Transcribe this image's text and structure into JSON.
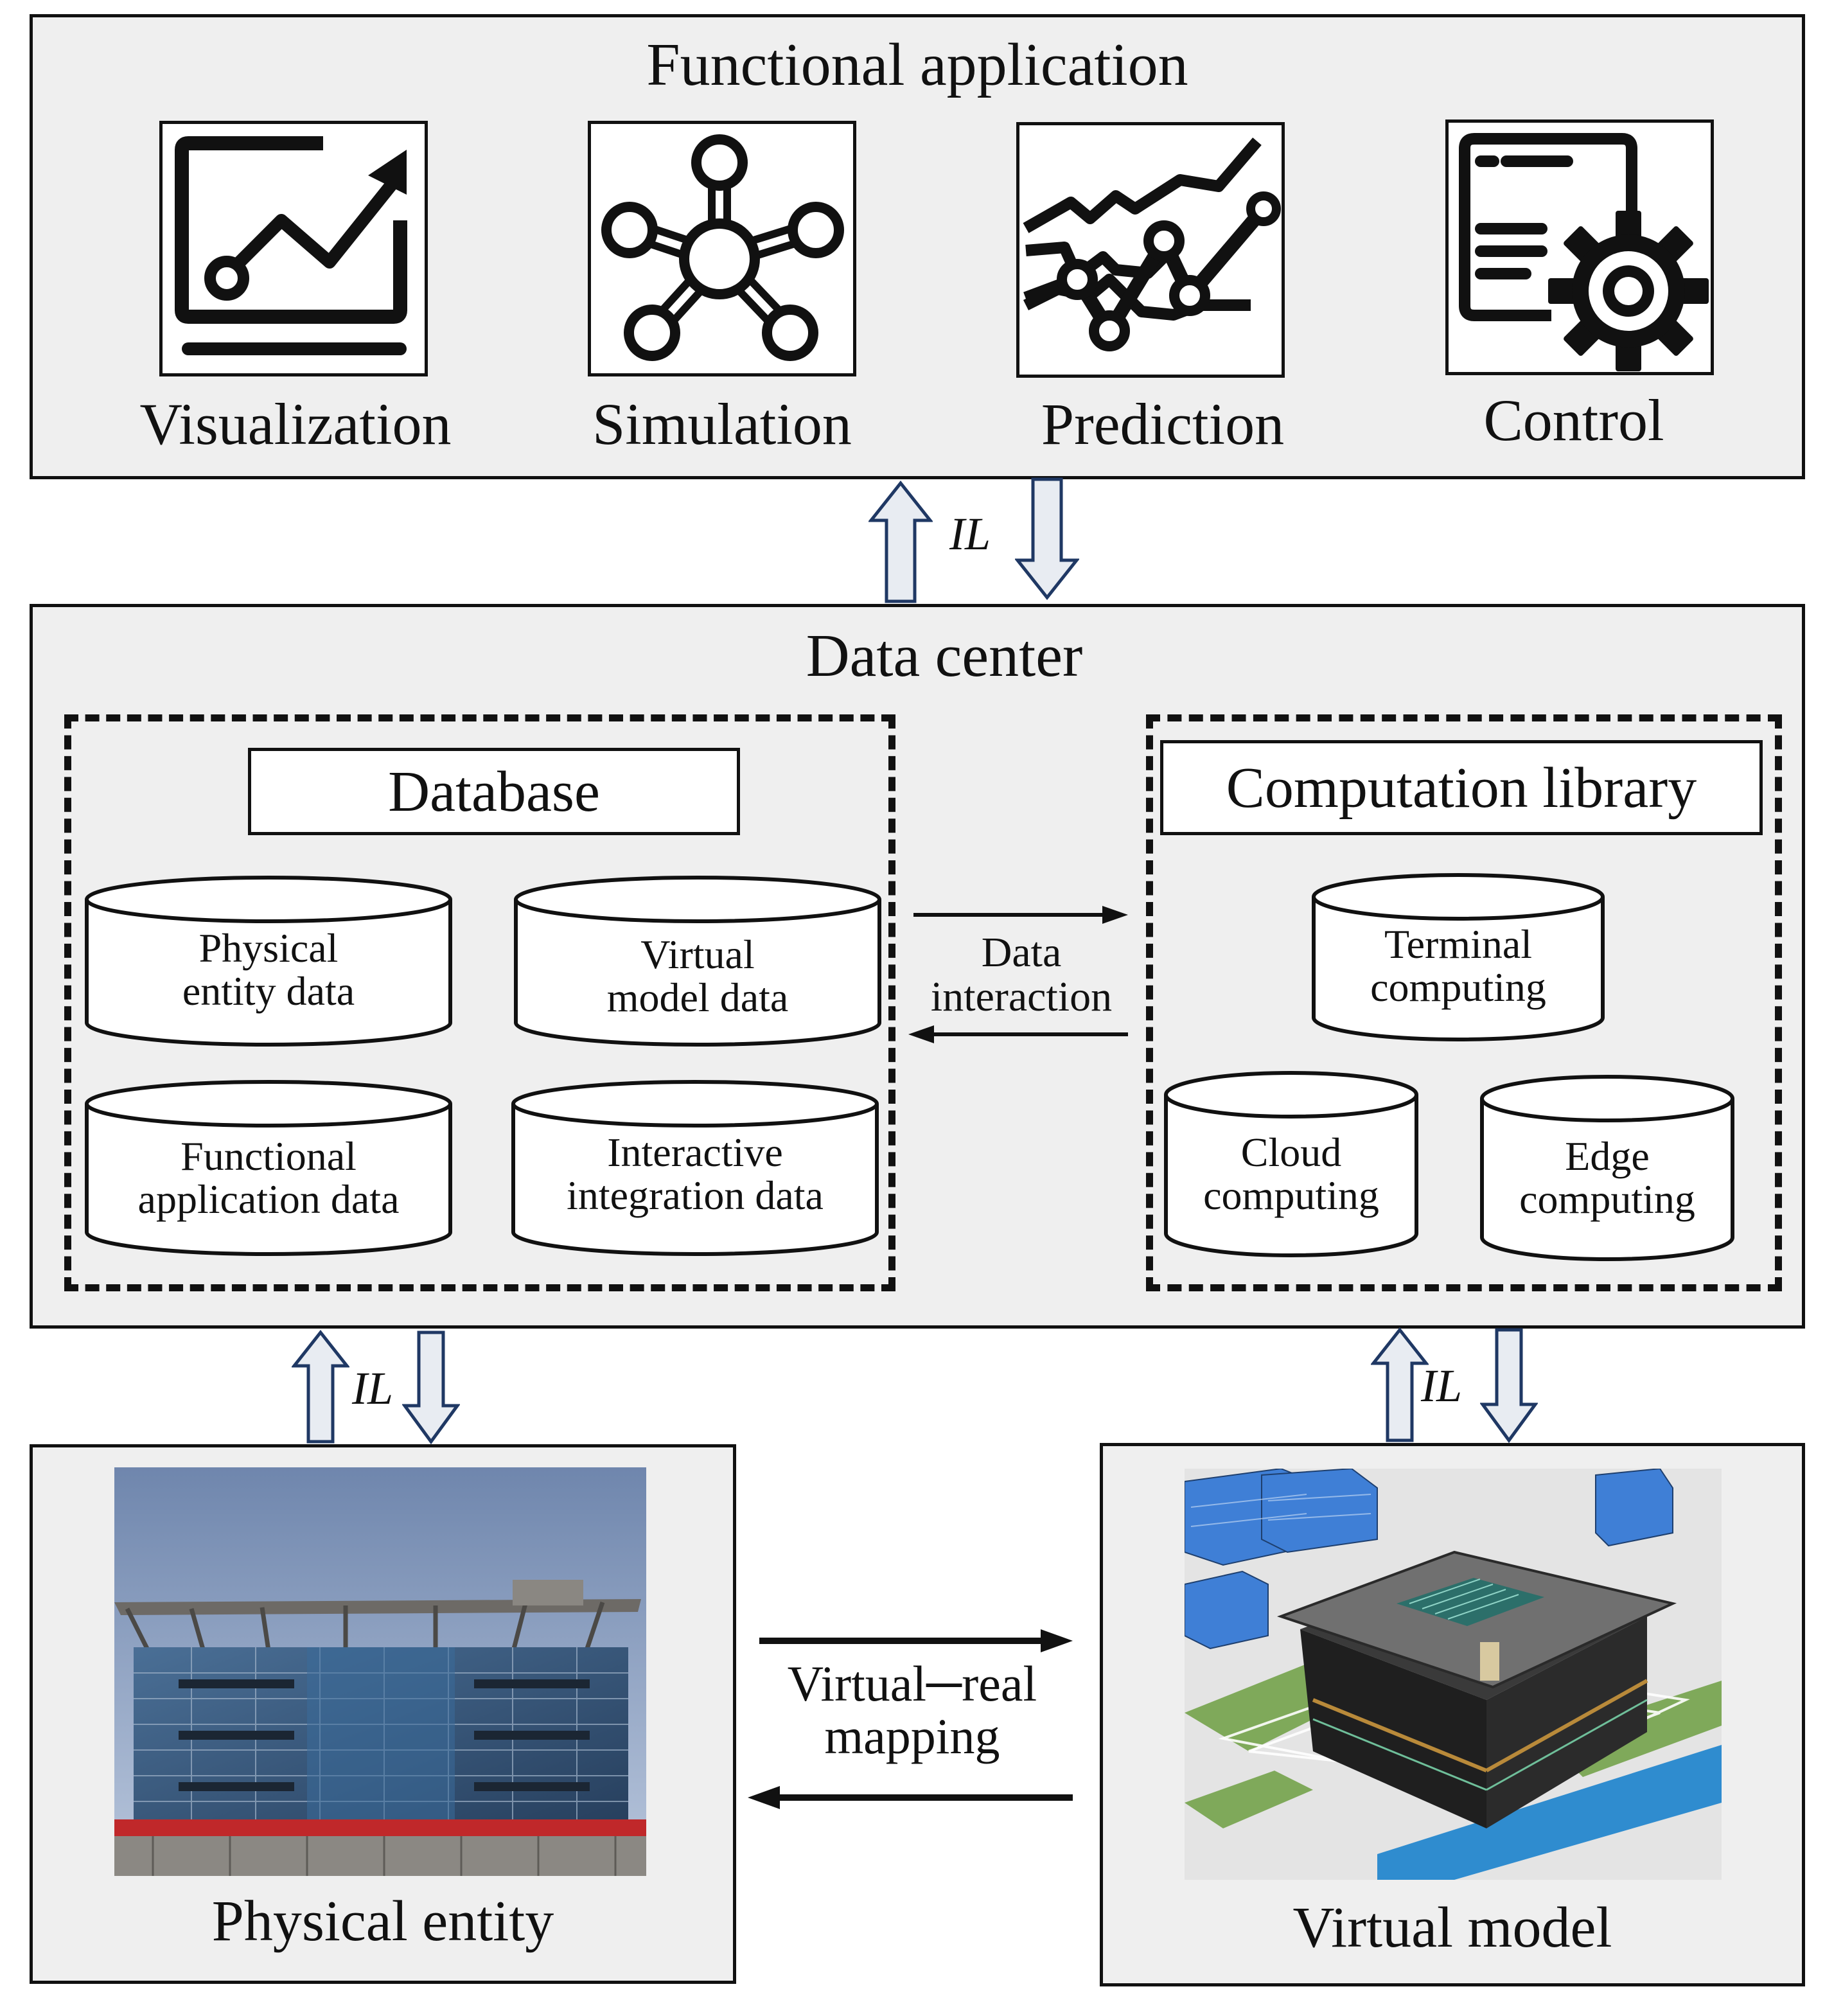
{
  "functional_application": {
    "title": "Functional application",
    "items": [
      {
        "label": "Visualization",
        "icon": "trend-chart-icon"
      },
      {
        "label": "Simulation",
        "icon": "network-node-icon"
      },
      {
        "label": "Prediction",
        "icon": "prediction-lines-icon"
      },
      {
        "label": "Control",
        "icon": "document-gear-icon"
      }
    ]
  },
  "links": {
    "il": "IL"
  },
  "data_center": {
    "title": "Data center",
    "database": {
      "title": "Database",
      "items": [
        {
          "line1": "Physical",
          "line2": "entity data"
        },
        {
          "line1": "Virtual",
          "line2": "model data"
        },
        {
          "line1": "Functional",
          "line2": "application data"
        },
        {
          "line1": "Interactive",
          "line2": "integration data"
        }
      ]
    },
    "interaction": {
      "line1": "Data",
      "line2": "interaction"
    },
    "computation": {
      "title": "Computation library",
      "items": [
        {
          "line1": "Terminal",
          "line2": "computing"
        },
        {
          "line1": "Cloud",
          "line2": "computing"
        },
        {
          "line1": "Edge",
          "line2": "computing"
        }
      ]
    }
  },
  "physical_entity": {
    "title": "Physical entity"
  },
  "virtual_model": {
    "title": "Virtual model"
  },
  "mapping": {
    "line1": "Virtual─real",
    "line2": "mapping"
  },
  "colors": {
    "panel": "#efefef",
    "arrow_outline": "#1f3864",
    "arrow_fill": "#e8ecf2"
  }
}
